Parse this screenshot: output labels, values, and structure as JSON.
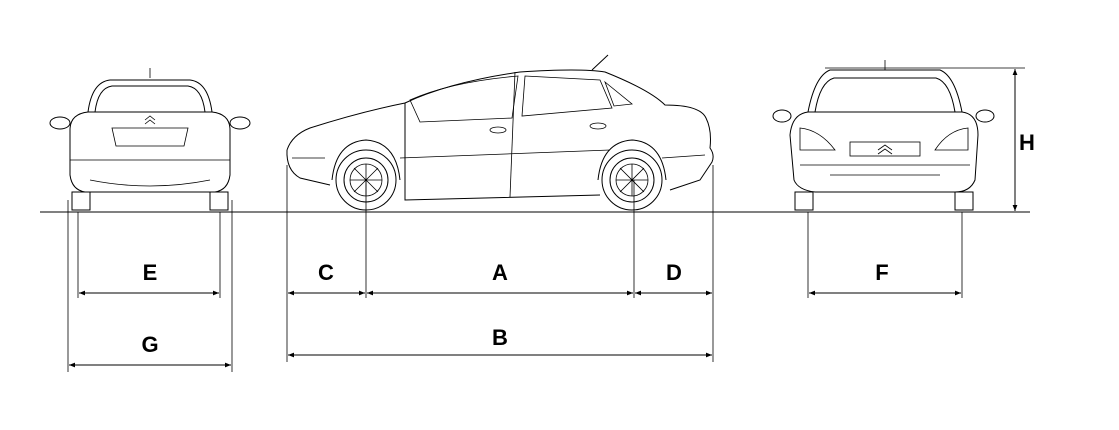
{
  "dimensions": {
    "A": "A",
    "B": "B",
    "C": "C",
    "D": "D",
    "E": "E",
    "F": "F",
    "G": "G",
    "H": "H"
  },
  "colors": {
    "line": "#000000",
    "background": "#ffffff"
  }
}
